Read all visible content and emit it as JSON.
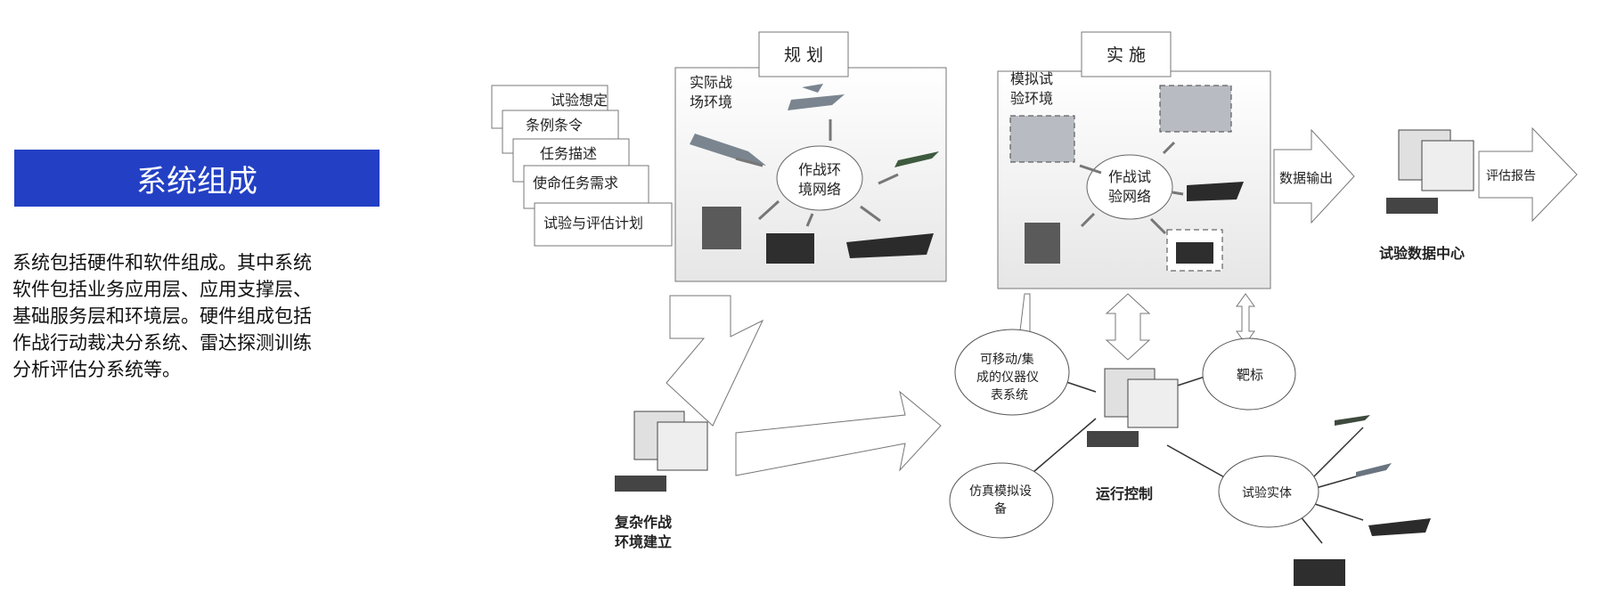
{
  "header": {
    "title": "系统组成"
  },
  "description": {
    "lines": [
      "系统包括硬件和软件组成。其中系统",
      "软件包括业务应用层、应用支撑层、",
      "基础服务层和环境层。硬件组成包括",
      "作战行动裁决分系统、雷达探测训练",
      "分析评估分系统等。"
    ]
  },
  "diagram": {
    "planning": {
      "tab": "规 划",
      "env_label": [
        "实际战",
        "场环境"
      ],
      "hub": [
        "作战环",
        "境网络"
      ]
    },
    "implementation": {
      "tab": "实 施",
      "env_label": [
        "模拟试",
        "验环境"
      ],
      "hub": [
        "作战试",
        "验网络"
      ]
    },
    "docs": [
      "试验想定",
      "条例条令",
      "任务描述",
      "使命任务需求",
      "试验与评估计划"
    ],
    "output_arrow": "数据输出",
    "report_arrow": "评估报告",
    "data_center": "试验数据中心",
    "complex_env": [
      "复杂作战",
      "环境建立"
    ],
    "nodes": {
      "instrument": [
        "可移动/集",
        "成的仪器仪",
        "表系统"
      ],
      "target": "靶标",
      "sim": [
        "仿真模拟设",
        "备"
      ],
      "entity": "试验实体",
      "control": "运行控制"
    }
  }
}
